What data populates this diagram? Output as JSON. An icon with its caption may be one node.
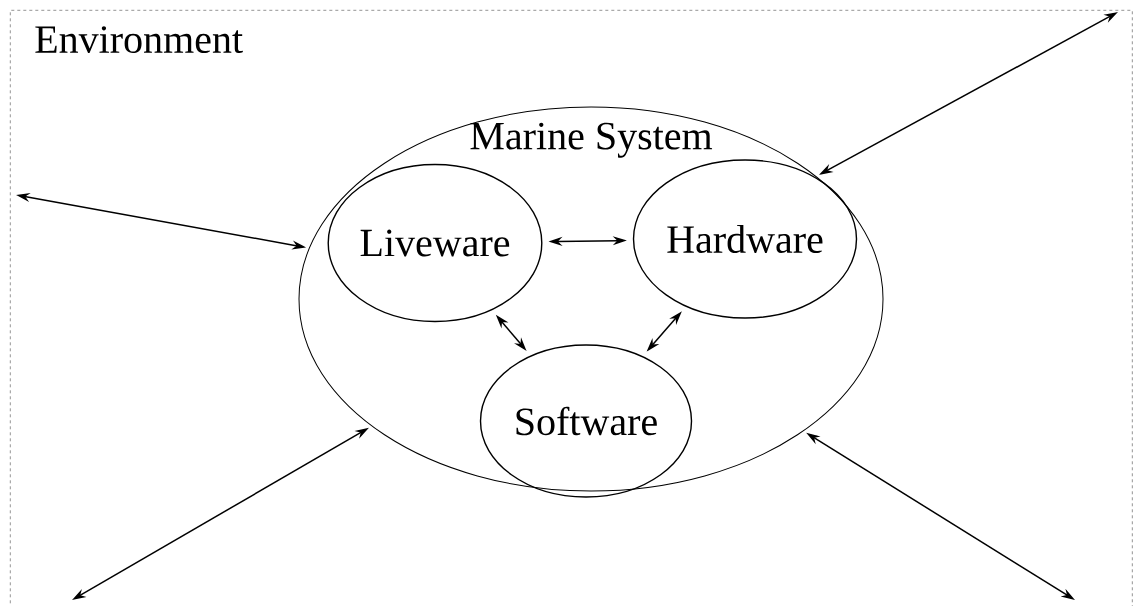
{
  "diagram": {
    "nodes": [
      {
        "text": [
          "Environment"
        ]
      },
      {
        "text": [
          "Marine System"
        ],
        "in": 0
      },
      {
        "text": [
          "Liveware"
        ],
        "in": 1
      },
      {
        "text": [
          "Hardware"
        ],
        "in": 1
      },
      {
        "text": [
          "Software"
        ],
        "in": 1
      }
    ],
    "edges": [
      {
        "from": 2,
        "to": 3,
        "arrow": "both"
      },
      {
        "from": 2,
        "to": 4,
        "arrow": "both"
      },
      {
        "from": 3,
        "to": 4,
        "arrow": "both"
      },
      {
        "from": null,
        "to": 1,
        "arrow": "both"
      },
      {
        "from": null,
        "to": 1,
        "arrow": "both"
      },
      {
        "from": null,
        "to": 1,
        "arrow": "both"
      },
      {
        "from": null,
        "to": 1,
        "arrow": "both"
      }
    ]
  }
}
